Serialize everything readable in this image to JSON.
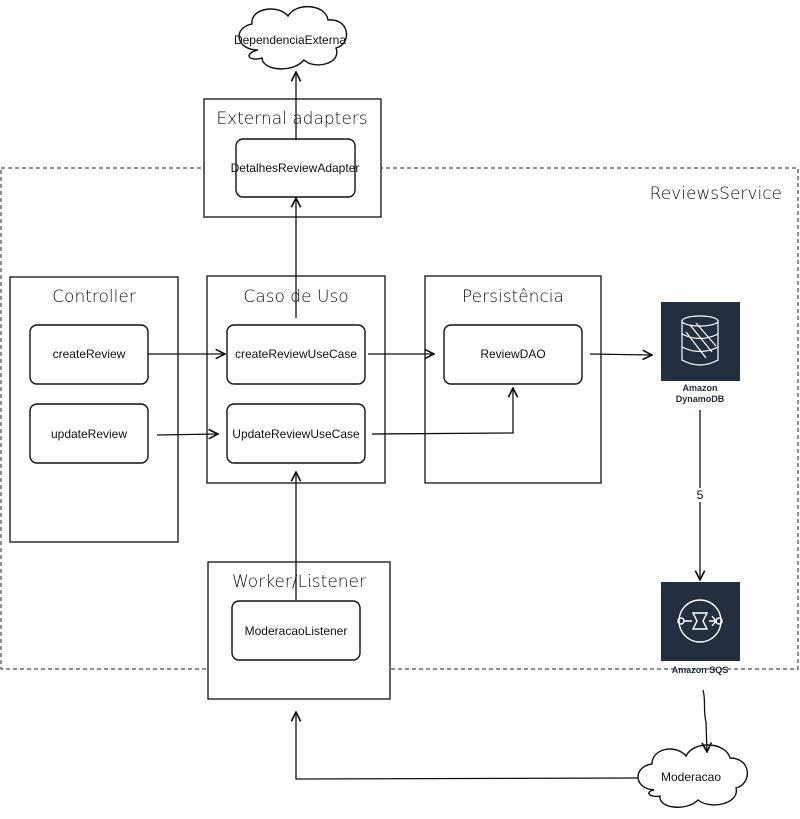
{
  "nodes": {
    "dependencia_externa": "DependenciaExterna",
    "external_adapters": "External adapters",
    "detalhes_review_adapter": "DetalhesReviewAdapter",
    "reviews_service": "ReviewsService",
    "controller": "Controller",
    "create_review": "createReview",
    "update_review": "updateReview",
    "caso_de_uso": "Caso de Uso",
    "create_review_use_case": "createReviewUseCase",
    "update_review_use_case": "UpdateReviewUseCase",
    "persistencia": "Persistência",
    "review_dao": "ReviewDAO",
    "dynamodb_line1": "Amazon",
    "dynamodb_line2": "DynamoDB",
    "edge_label": "5",
    "sqs": "Amazon SQS",
    "worker_listener": "Worker/Listener",
    "moderacao_listener": "ModeracaoListener",
    "moderacao": "Moderacao"
  },
  "colors": {
    "dynamodb_bg": "#232f3e",
    "sqs_bg": "#232f3e",
    "stroke": "#111111"
  },
  "icons": {
    "dynamodb": "dynamodb-icon",
    "sqs": "sqs-icon"
  }
}
